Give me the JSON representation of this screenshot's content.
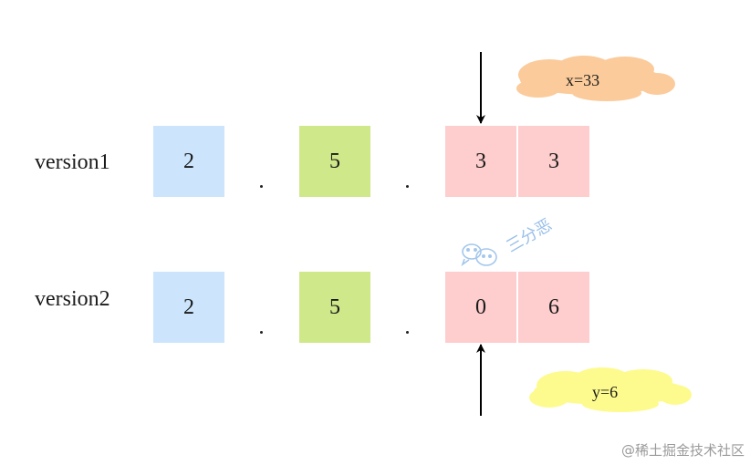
{
  "rows": [
    {
      "name": "version1",
      "parts": [
        "2",
        "5",
        "3",
        "3"
      ]
    },
    {
      "name": "version2",
      "parts": [
        "2",
        "5",
        "0",
        "6"
      ]
    }
  ],
  "separator": ".",
  "clouds": {
    "top": "x=33",
    "bottom": "y=6"
  },
  "watermark": {
    "text": "三分恶",
    "icon": "wechat-icon"
  },
  "footer": "@稀土掘金技术社区",
  "colors": {
    "blue": "#cce5fc",
    "green": "#cfe88a",
    "pink": "#fecdce",
    "cloud_orange": "#fbcb9b",
    "cloud_yellow": "#fdfb8e"
  }
}
